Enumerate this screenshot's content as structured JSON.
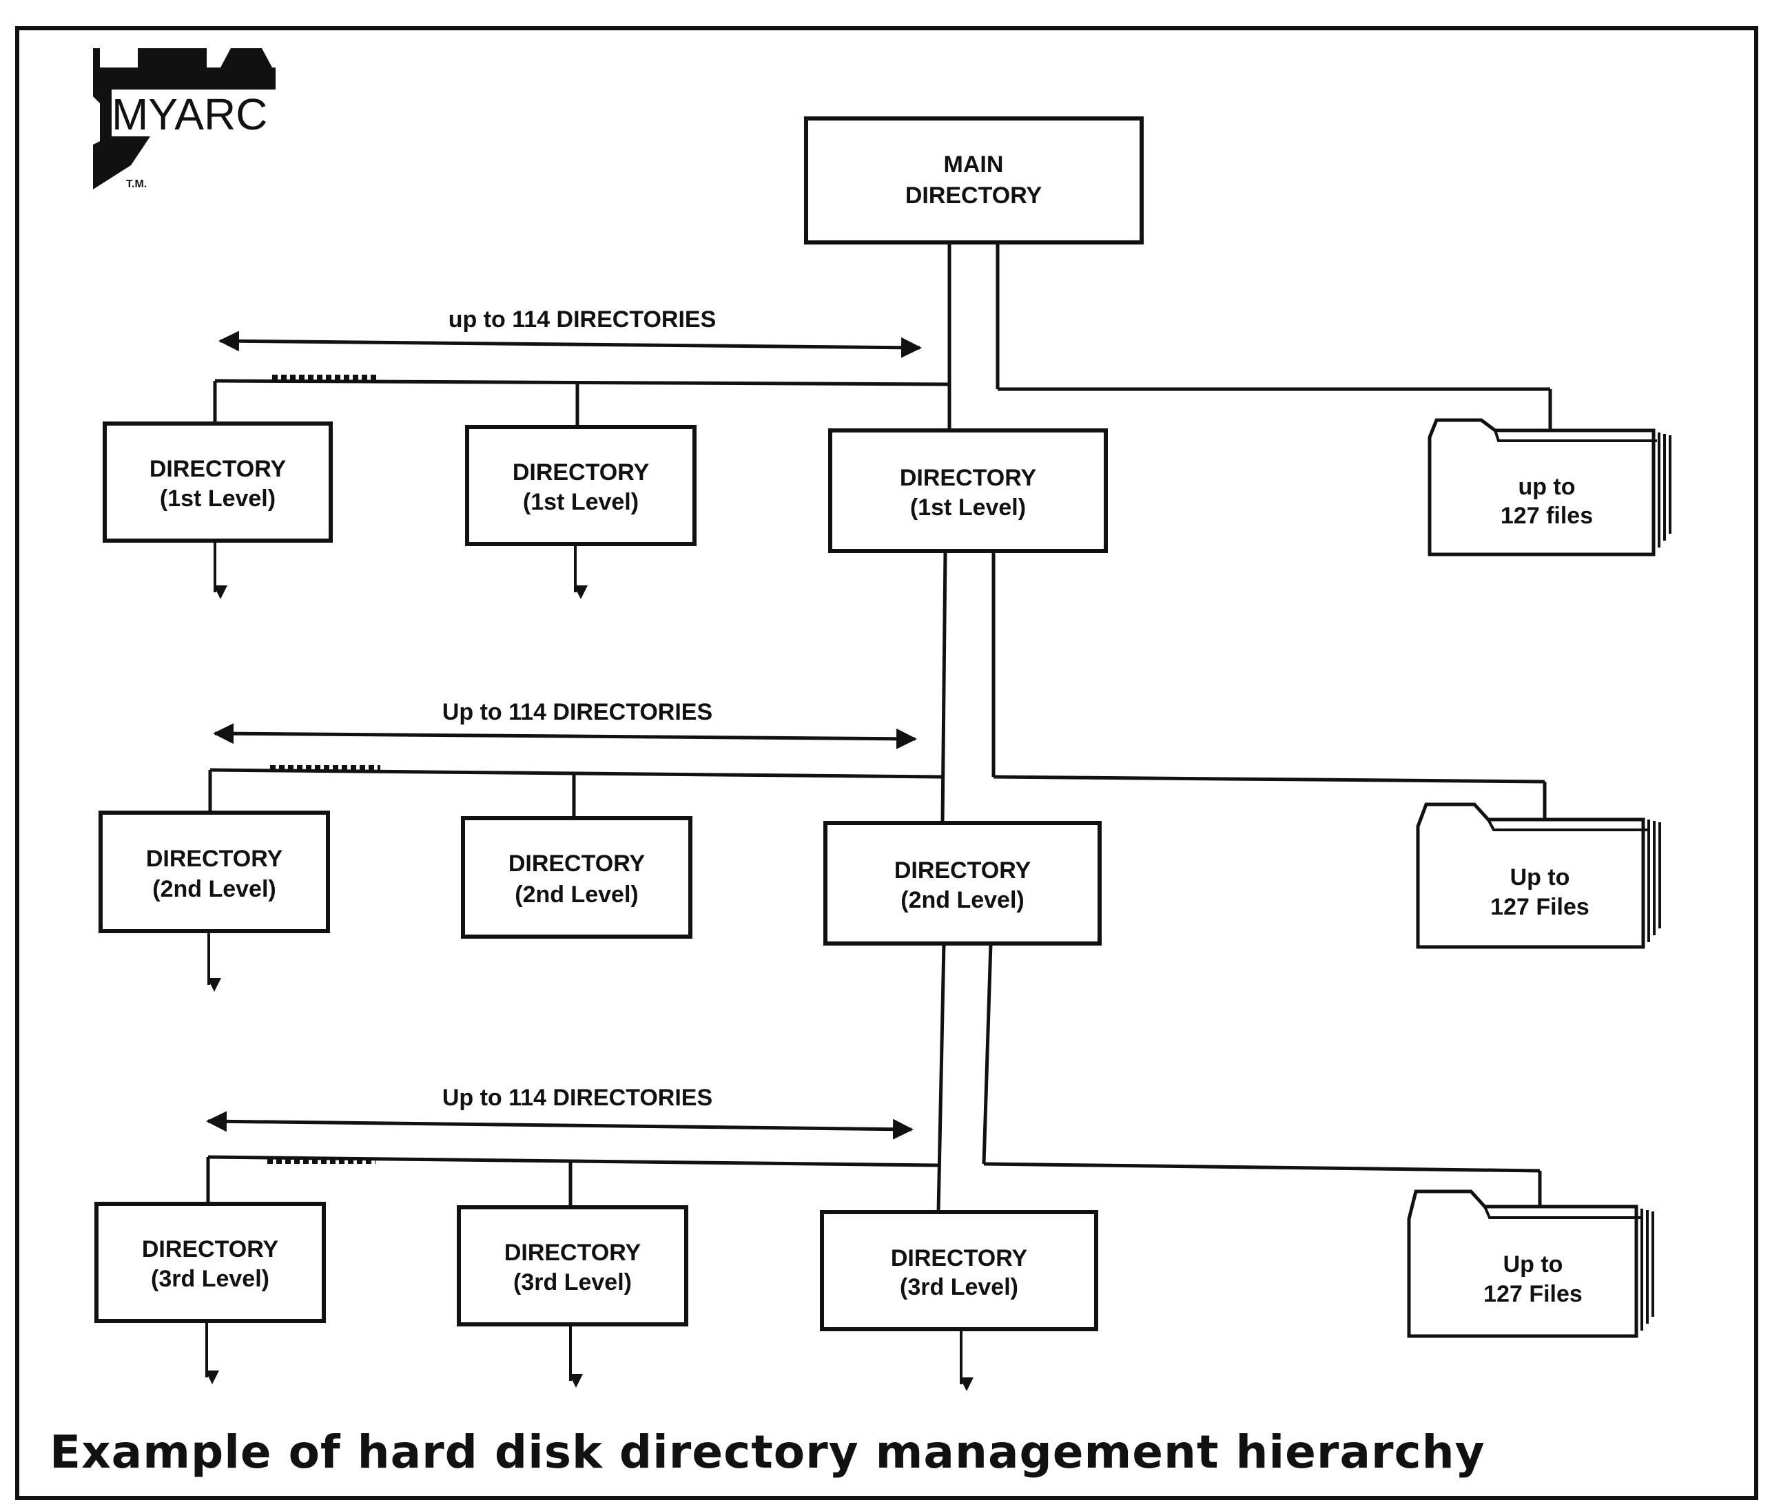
{
  "logo": {
    "text": "MYARC",
    "tm": "T.M."
  },
  "main": {
    "line1": "MAIN",
    "line2": "DIRECTORY"
  },
  "levels": [
    {
      "range_label": "up to 114 DIRECTORIES",
      "directories": [
        {
          "line1": "DIRECTORY",
          "line2": "(1st Level)"
        },
        {
          "line1": "DIRECTORY",
          "line2": "(1st Level)"
        },
        {
          "line1": "DIRECTORY",
          "line2": "(1st Level)"
        }
      ],
      "files": {
        "line1": "up to",
        "line2": "127 files"
      }
    },
    {
      "range_label": "Up to 114 DIRECTORIES",
      "directories": [
        {
          "line1": "DIRECTORY",
          "line2": "(2nd Level)"
        },
        {
          "line1": "DIRECTORY",
          "line2": "(2nd Level)"
        },
        {
          "line1": "DIRECTORY",
          "line2": "(2nd Level)"
        }
      ],
      "files": {
        "line1": "Up to",
        "line2": "127 Files"
      }
    },
    {
      "range_label": "Up to 114 DIRECTORIES",
      "directories": [
        {
          "line1": "DIRECTORY",
          "line2": "(3rd Level)"
        },
        {
          "line1": "DIRECTORY",
          "line2": "(3rd Level)"
        },
        {
          "line1": "DIRECTORY",
          "line2": "(3rd Level)"
        }
      ],
      "files": {
        "line1": "Up to",
        "line2": "127 Files"
      }
    }
  ],
  "caption": "Example of hard disk directory management hierarchy"
}
